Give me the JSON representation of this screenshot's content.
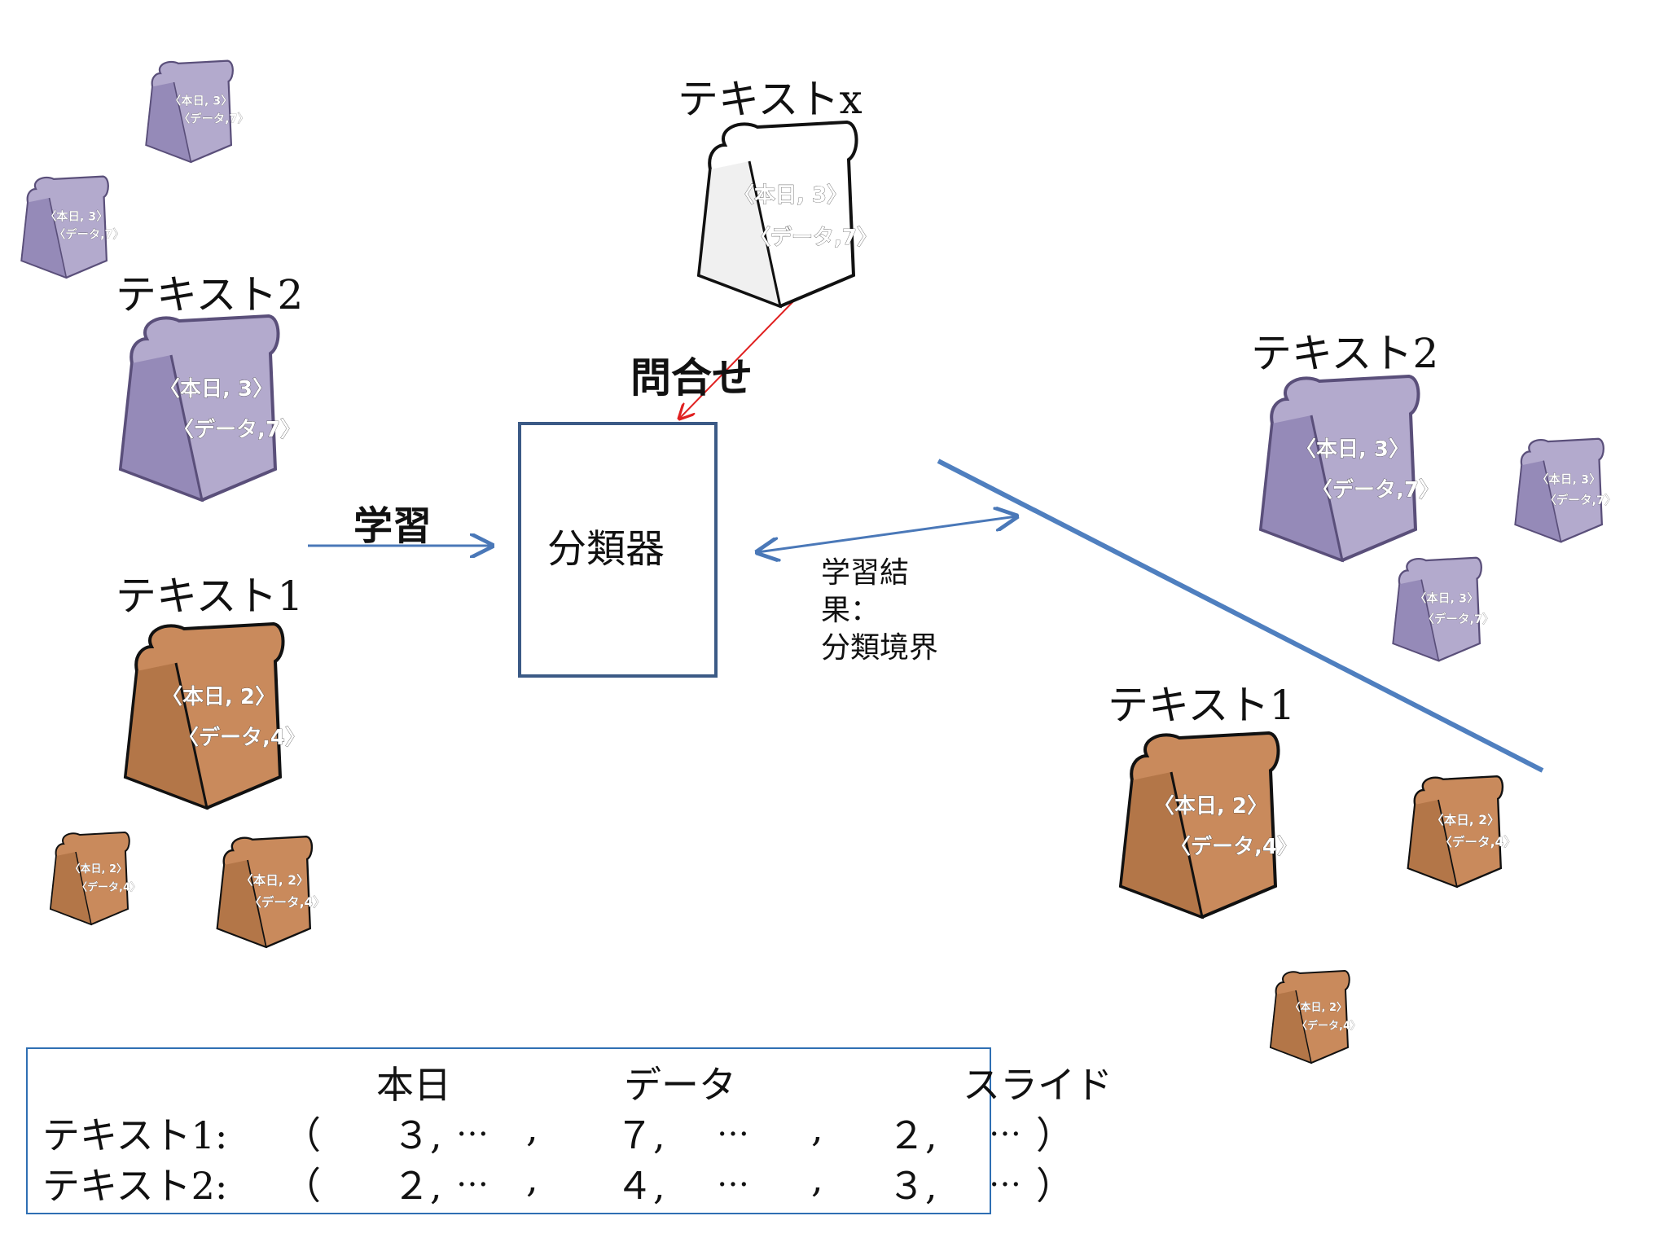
{
  "labels": {
    "text_x": "テキストx",
    "text2_left": "テキスト2",
    "text1_left": "テキスト1",
    "text2_right": "テキスト2",
    "text1_right": "テキスト1",
    "query": "問合せ",
    "learn": "学習",
    "classifier": "分類器",
    "result_line1": "学習結",
    "result_line2": "果：",
    "result_line3": "分類境界"
  },
  "bag_labels": {
    "purple_line1": "〈本日, 3〉",
    "purple_line2": "〈データ,7〉",
    "brown_line1": "〈本日, 2〉",
    "brown_line2": "〈データ,4〉"
  },
  "table": {
    "headers": [
      "本日",
      "データ",
      "スライド"
    ],
    "rows": [
      {
        "label": "テキスト1:",
        "open": "（",
        "v1": "３,",
        "e1": "…",
        "c1": ",",
        "v2": "７,",
        "e2": "…",
        "c2": ",",
        "v3": "２,",
        "e3": "…",
        "close": "）"
      },
      {
        "label": "テキスト2:",
        "open": "（",
        "v1": "２,",
        "e1": "…",
        "c1": ",",
        "v2": "４,",
        "e2": "…",
        "c2": ",",
        "v3": "３,",
        "e3": "…",
        "close": "）"
      }
    ]
  },
  "colors": {
    "purple_bag": "#b3aacd",
    "brown_bag": "#c98a5c",
    "white_bag": "#ffffff",
    "arrow_blue": "#4a78b8",
    "arrow_red": "#e02020",
    "boundary": "#4f7fbf"
  }
}
